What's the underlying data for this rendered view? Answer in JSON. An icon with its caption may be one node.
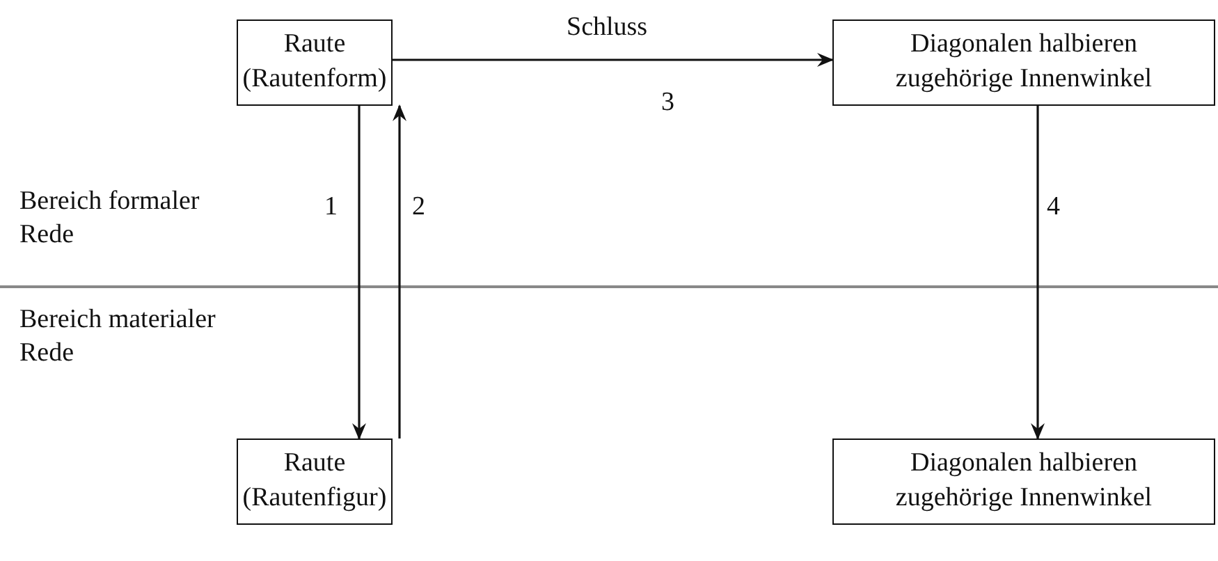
{
  "diagram": {
    "nodes": [
      {
        "text": [
          "Raute (Rautenform)"
        ]
      },
      {
        "text": [
          "Diagonalen halbieren zugehörige Innenwinkel"
        ]
      },
      {
        "text": [
          "Raute (Rautenfigur)"
        ]
      },
      {
        "text": [
          "Diagonalen halbieren zugehörige Innenwinkel"
        ]
      }
    ],
    "edges": [
      {
        "from": 0,
        "to": 1,
        "arrow": "to",
        "label": "Schluss"
      },
      {
        "from": 0,
        "to": 2,
        "arrow": "to"
      },
      {
        "from": 2,
        "to": 0,
        "arrow": "to"
      },
      {
        "from": 1,
        "to": 3,
        "arrow": "to"
      }
    ],
    "labels": [
      "3",
      "Bereich formaler Rede",
      "1",
      "2",
      "4",
      "Bereich materialer Rede"
    ]
  }
}
